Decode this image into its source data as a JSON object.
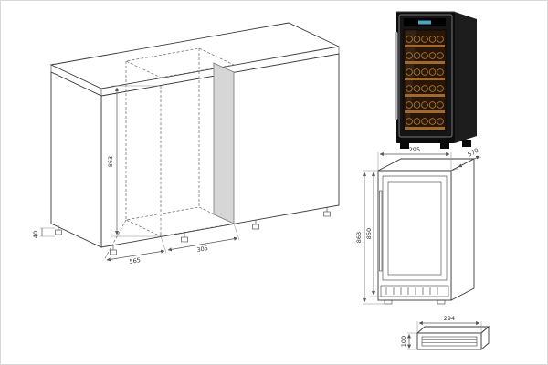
{
  "diagram": {
    "cabinet": {
      "niche_height": "863",
      "niche_width": "305",
      "niche_depth": "565",
      "floor_clearance": "40"
    },
    "unit": {
      "width": "295",
      "depth": "570",
      "height": "863",
      "inner_height": "850"
    },
    "plinth": {
      "width": "294",
      "height": "100"
    }
  },
  "photo": {
    "bottle_rows": 6,
    "bottles_per_row": 5
  },
  "colors": {
    "line": "#3a3a3a",
    "dimension": "#555555",
    "niche_panel": "#d6d6d6",
    "body_black": "#0c0c0c",
    "side_black": "#1d1d1d",
    "glass_amber": "#2a1607",
    "shelf_wood": "#a06a2f",
    "bottle": "#2e1a09",
    "bottle_rim": "#b8813a",
    "steel": "#b5b5b5",
    "display_blue": "#59c2e8"
  }
}
